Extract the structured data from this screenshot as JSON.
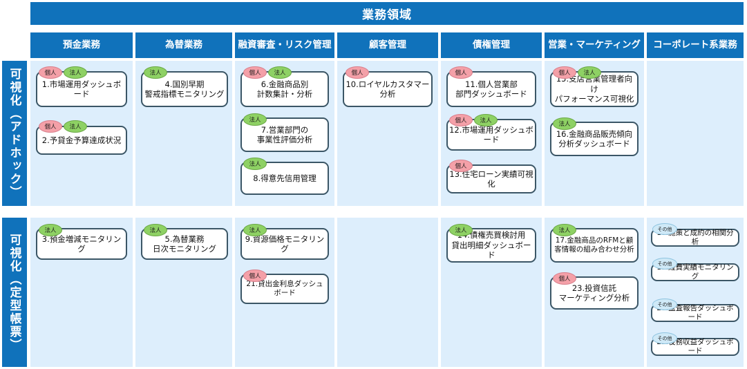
{
  "title": "業務領域",
  "badge_labels": {
    "kojin": "個人",
    "hojin": "法人",
    "sonota": "その他"
  },
  "colors": {
    "header_blue": "#1072bb",
    "cell_bg": "#ddeefc",
    "box_border": "#3b5666",
    "badge_kojin": "#f4a0a8",
    "badge_hojin": "#8ed164",
    "badge_sonota": "#cfe9f7"
  },
  "columns": [
    {
      "label": "預金業務"
    },
    {
      "label": "為替業務"
    },
    {
      "label": "融資審査・リスク管理"
    },
    {
      "label": "顧客管理"
    },
    {
      "label": "債権管理"
    },
    {
      "label": "営業・マーケティング"
    },
    {
      "label": "コーポレート系業務"
    }
  ],
  "rows": [
    {
      "label": "可視化（アドホック）"
    },
    {
      "label": "可視化（定型帳票）"
    }
  ],
  "items": {
    "i1": {
      "text": "1.市場運用ダッシュボード"
    },
    "i2": {
      "text": "2.予貸金予算達成状況"
    },
    "i3": {
      "text": "3.預金増減モニタリング"
    },
    "i4": {
      "text": "4.国別早期\n警戒指標モニタリング"
    },
    "i5": {
      "text": "5.為替業務\n日次モニタリング"
    },
    "i6": {
      "text": "6.金融商品別\n計数集計・分析"
    },
    "i7": {
      "text": "7.営業部門の\n事業性評価分析"
    },
    "i8": {
      "text": "8.得意先信用管理"
    },
    "i9": {
      "text": "9.資源価格モニタリング"
    },
    "i10": {
      "text": "10.ロイヤルカスタマー分析"
    },
    "i11": {
      "text": "11.個人営業部\n部門ダッシュボード"
    },
    "i12": {
      "text": "12.市場運用ダッシュボード"
    },
    "i13": {
      "text": "13.住宅ローン実績可視化"
    },
    "i14": {
      "text": "14.債権売買検討用\n貸出明細ダッシュボード"
    },
    "i15": {
      "text": "15.支店営業管理者向け\nパフォーマンス可視化"
    },
    "i16": {
      "text": "16.金融商品販売傾向\n分析ダッシュボード"
    },
    "i17": {
      "text": "17.金融商品のRFMと顧\n客情報の組み合わせ分析"
    },
    "i18": {
      "text": "18.施策と成約の相関分析"
    },
    "i19": {
      "text": "19.経費実績モニタリング"
    },
    "i20": {
      "text": "20.監査報告ダッシュボード"
    },
    "i21": {
      "text": "21.貸出金利息ダッシュボード"
    },
    "i22": {
      "text": "22.役務収益ダッシュボード"
    },
    "i23": {
      "text": "23.投資信託\nマーケティング分析"
    }
  }
}
